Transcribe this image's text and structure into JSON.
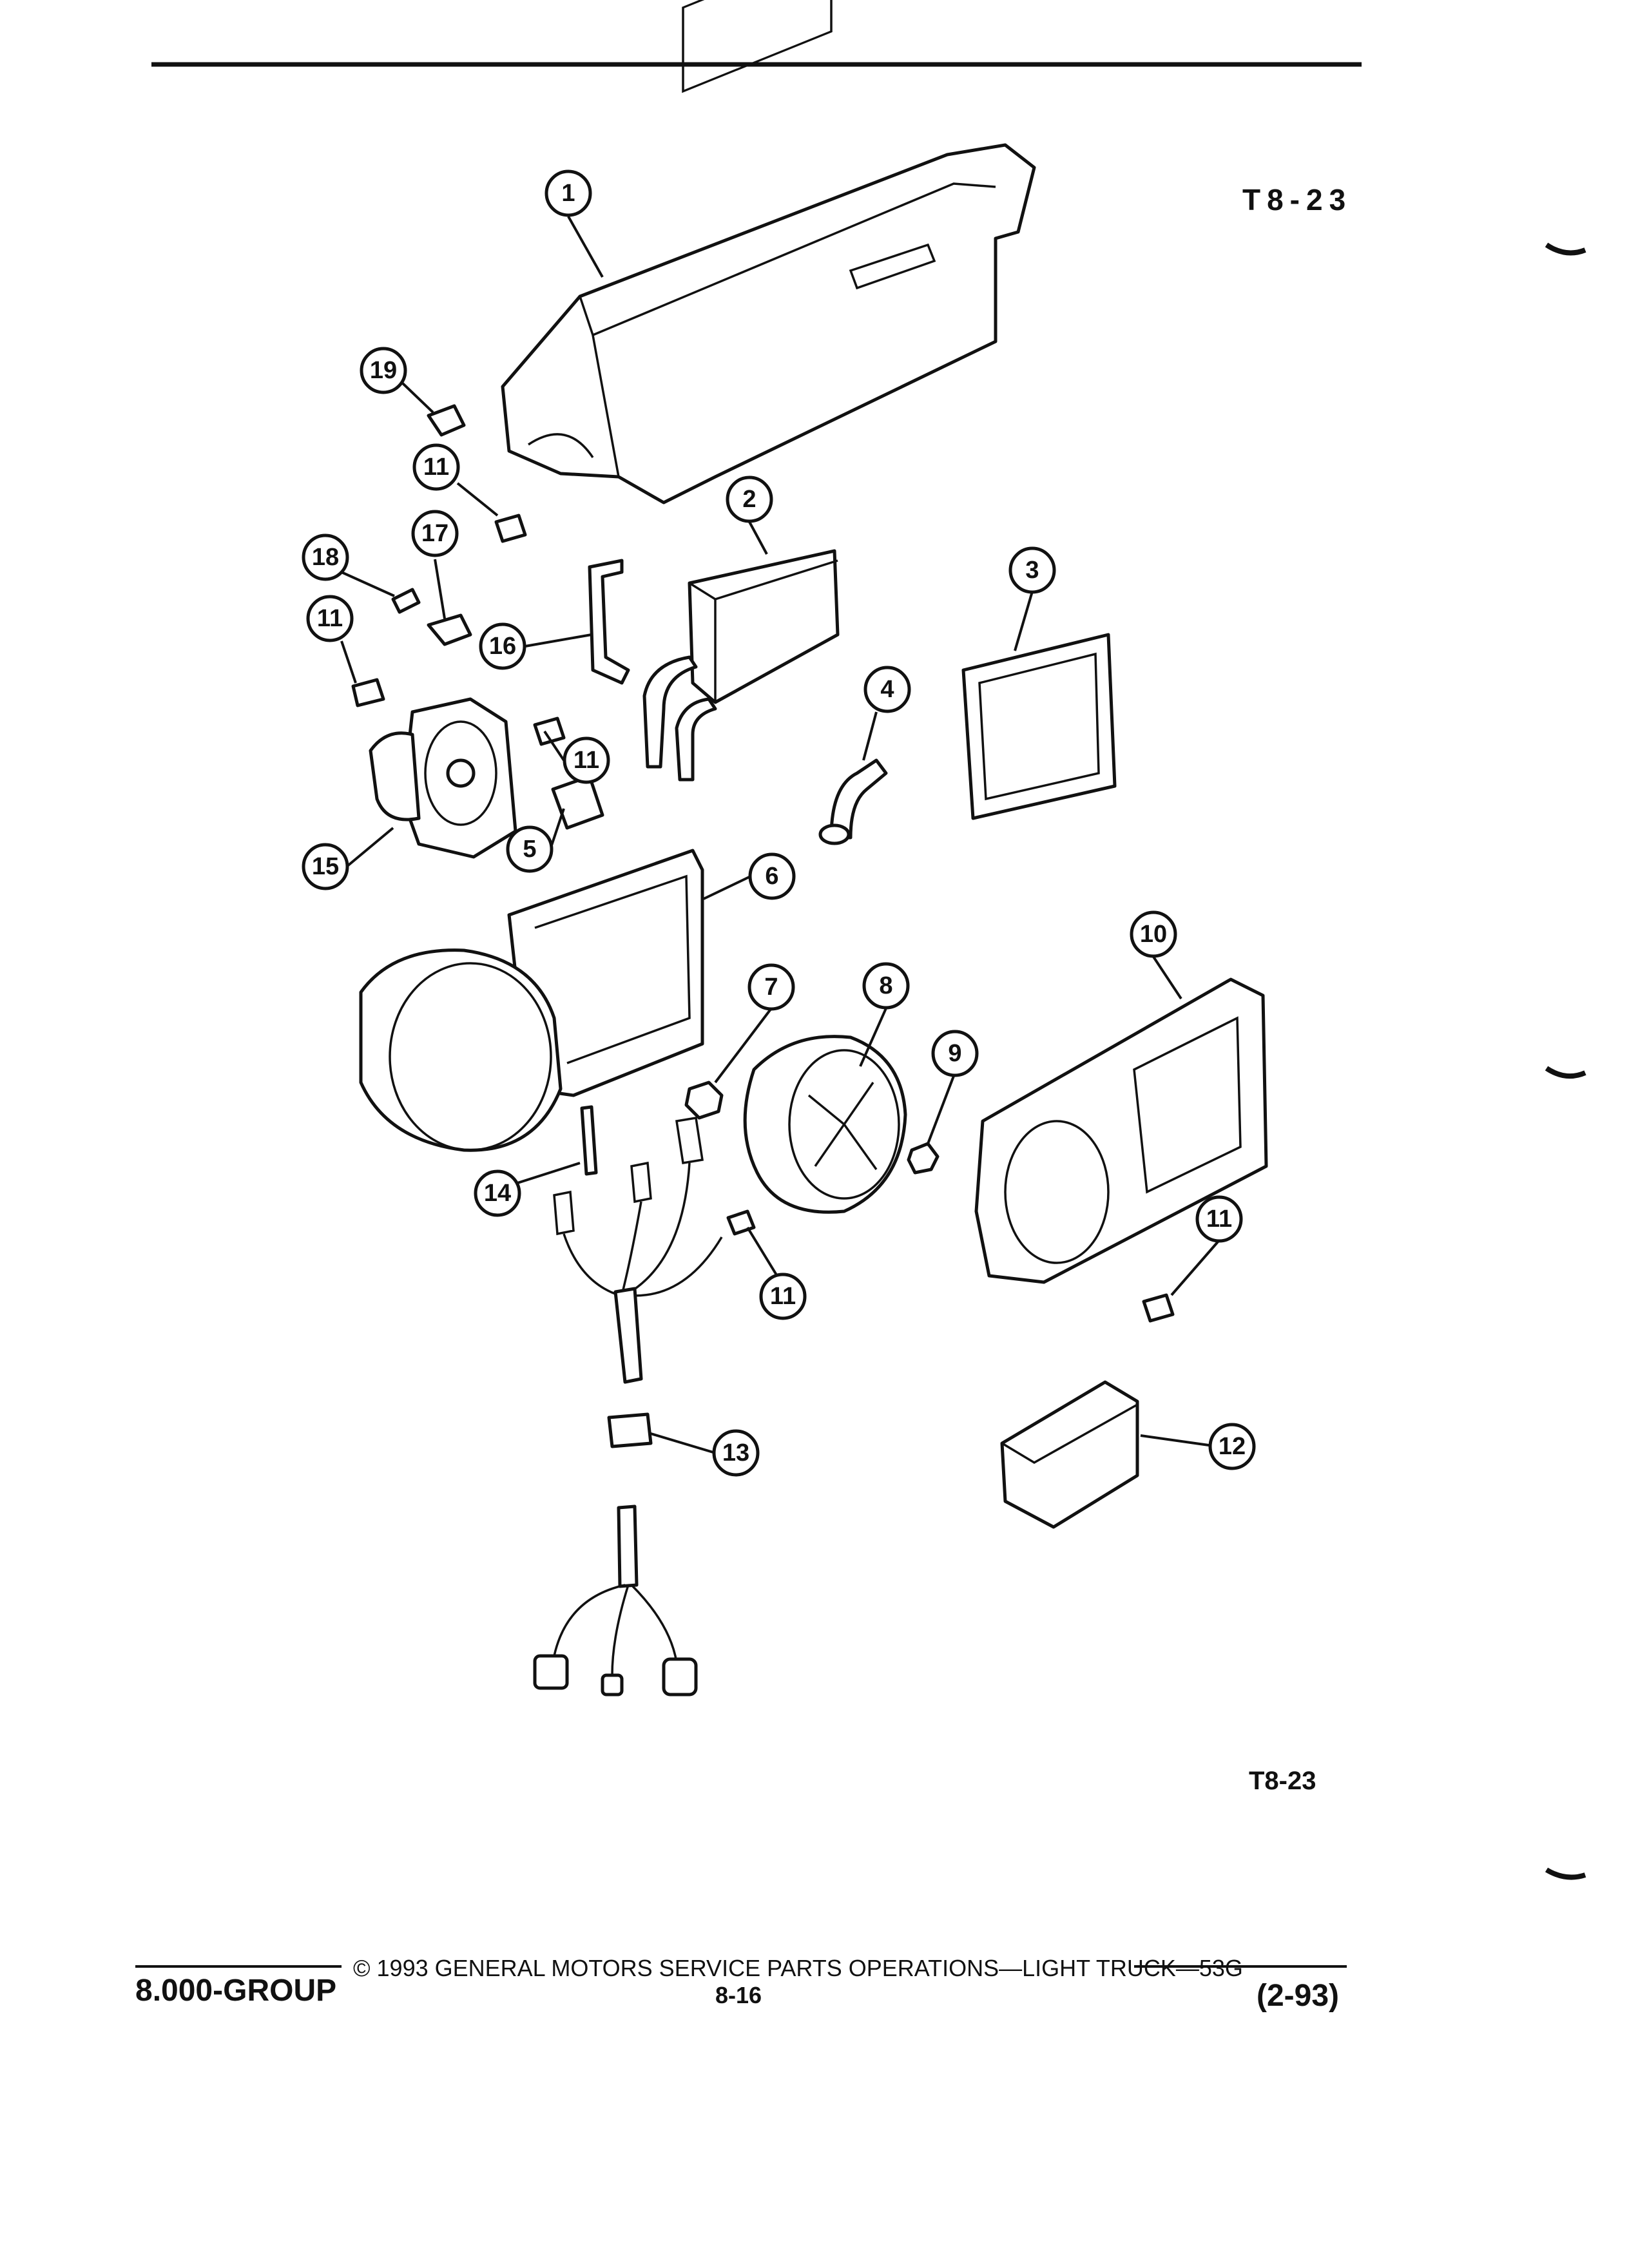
{
  "figure_id_top": "T8-23",
  "figure_id_bottom": "T8-23",
  "footer": {
    "copyright": "© 1993 GENERAL MOTORS SERVICE PARTS OPERATIONS—LIGHT TRUCK—53G",
    "section": "8.000-GROUP",
    "page": "8-16",
    "date": "(2-93)"
  },
  "callouts": [
    "1",
    "2",
    "3",
    "4",
    "5",
    "6",
    "7",
    "8",
    "9",
    "10",
    "11",
    "12",
    "13",
    "14",
    "15",
    "16",
    "17",
    "18",
    "19"
  ],
  "callouts_repeated": {
    "11": 5
  }
}
